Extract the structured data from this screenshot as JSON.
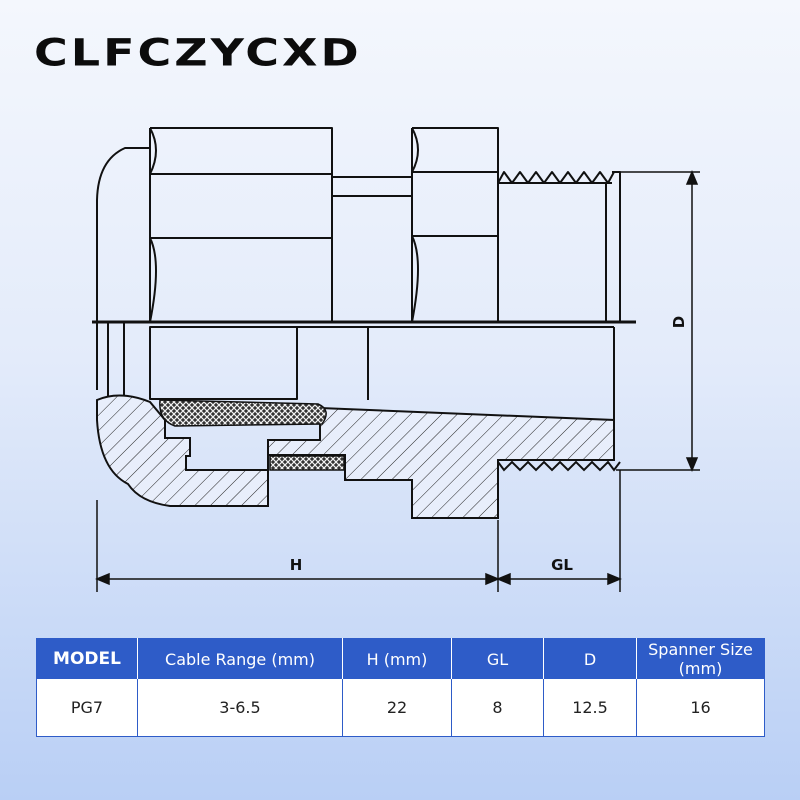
{
  "brand": "CLFCZYCXD",
  "dimensions": {
    "h": "H",
    "gl": "GL",
    "d": "D"
  },
  "table": {
    "headers": [
      "MODEL",
      "Cable Range (mm)",
      "H (mm)",
      "GL",
      "D",
      "Spanner Size (mm)"
    ],
    "row": [
      "PG7",
      "3-6.5",
      "22",
      "8",
      "12.5",
      "16"
    ]
  },
  "colors": {
    "header_bg": "#2e5cc8",
    "outline": "#111111"
  }
}
